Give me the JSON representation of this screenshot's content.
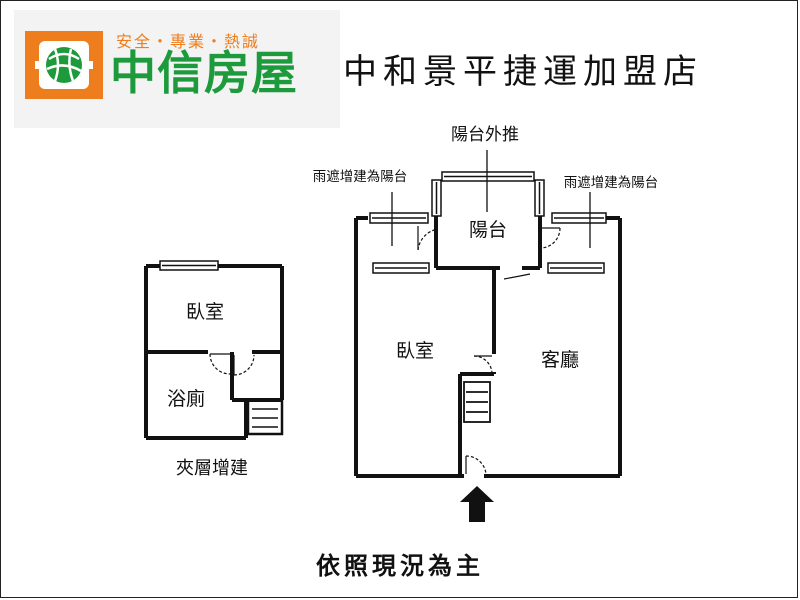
{
  "brand": {
    "tagline": "安全・專業・熱誠",
    "name": "中信房屋",
    "logo_icon": "globe-in-door-logo",
    "colors": {
      "orange": "#ee7d1d",
      "green": "#1d9a3c"
    }
  },
  "store": {
    "title": "中和景平捷運加盟店"
  },
  "annotations": {
    "balcony_pushout": "陽台外推",
    "rain_cover_left": "雨遮增建為陽台",
    "rain_cover_right": "雨遮增建為陽台"
  },
  "rooms": {
    "balcony": "陽台",
    "main_bedroom": "臥室",
    "living_room": "客廳",
    "mezz_bedroom": "臥室",
    "bathroom": "浴廁"
  },
  "mezzanine": {
    "caption": "夾層增建"
  },
  "entrance": {
    "icon": "arrow-up-icon"
  },
  "footer": {
    "note": "依照現況為主"
  }
}
